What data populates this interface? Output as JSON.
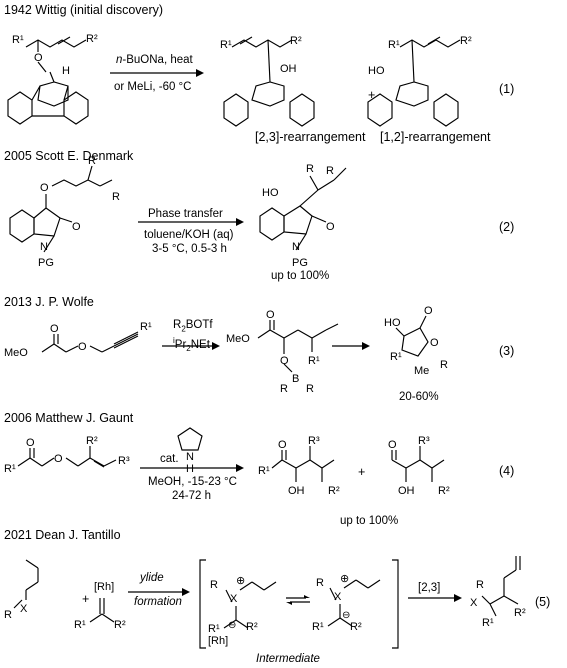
{
  "schemes": [
    {
      "id": 1,
      "heading": "1942 Wittig (initial discovery)",
      "condition_top": "n-BuONa, heat",
      "condition_bottom": "or MeLi, -60 °C",
      "product_a_label": "[2,3]-rearrangement",
      "product_b_label": "[1,2]-rearrangement",
      "plus": "+",
      "eq_number": "(1)"
    },
    {
      "id": 2,
      "heading": "2005 Scott E. Denmark",
      "condition_top": "Phase transfer",
      "condition_mid": "toluene/KOH (aq)",
      "condition_bottom": "3-5 °C, 0.5-3 h",
      "yield": "up to 100%",
      "eq_number": "(2)"
    },
    {
      "id": 3,
      "heading": "2013 J. P. Wolfe",
      "reagent_1": "R2BOTf",
      "reagent_2": "iPr2NEt",
      "yield": "20-60%",
      "eq_number": "(3)"
    },
    {
      "id": 4,
      "heading": "2006 Matthew J. Gaunt",
      "catalyst_prefix": "cat.",
      "condition_top": "MeOH, -15-23 °C",
      "condition_bottom": "24-72 h",
      "plus": "+",
      "yield": "up to 100%",
      "eq_number": "(4)"
    },
    {
      "id": 5,
      "heading": "2021 Dean J. Tantillo",
      "arrow_top": "ylide",
      "arrow_bottom": "formation",
      "step_label": "[2,3]",
      "plus": "+",
      "intermediate_label": "Intermediate",
      "eq_number": "(5)"
    }
  ],
  "atom_labels": {
    "R": "R",
    "R1": "R1",
    "R2": "R2",
    "R3": "R3",
    "O": "O",
    "OH": "OH",
    "H": "H",
    "N": "N",
    "PG": "PG",
    "HO": "HO",
    "MeO": "MeO",
    "Me": "Me",
    "B": "B",
    "X": "X",
    "Rh": "[Rh]",
    "NH": "N\nH"
  }
}
